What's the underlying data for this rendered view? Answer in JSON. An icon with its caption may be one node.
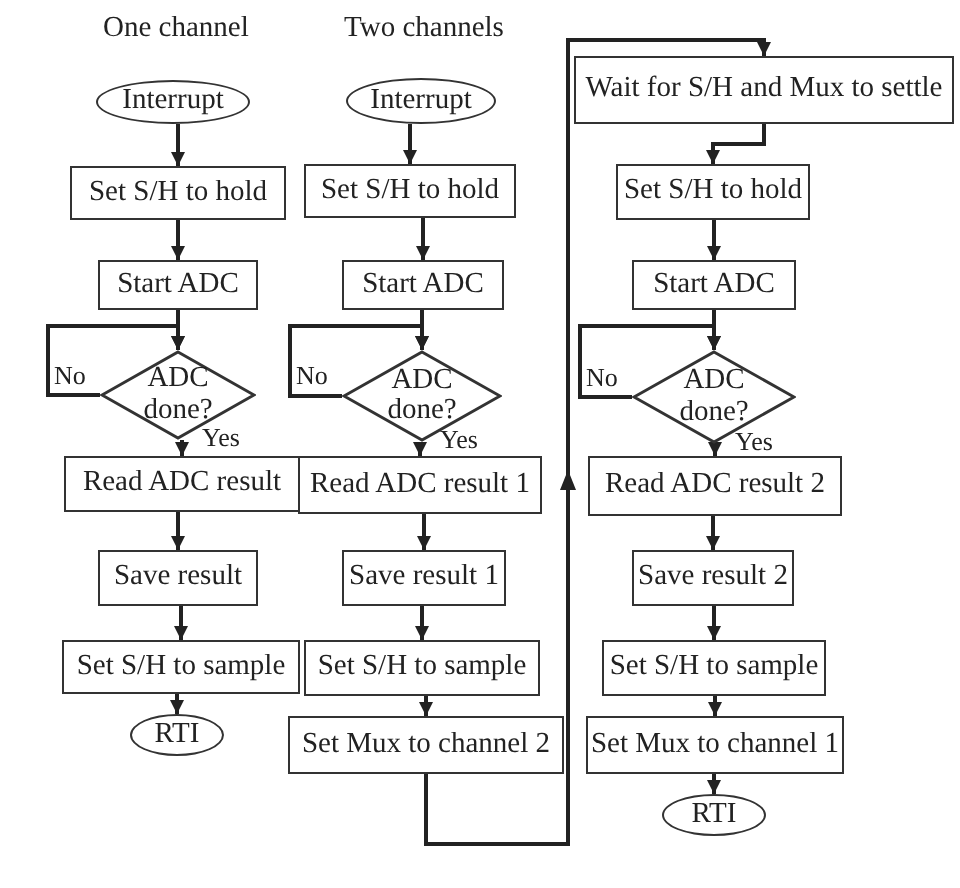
{
  "diagram": {
    "nodes": [
      {
        "text": [
          "Interrupt"
        ]
      },
      {
        "text": [
          "Set S/H to hold"
        ]
      },
      {
        "text": [
          "Start ADC"
        ]
      },
      {
        "text": [
          "ADC done?"
        ]
      },
      {
        "text": [
          "Read ADC result"
        ]
      },
      {
        "text": [
          "Save result"
        ]
      },
      {
        "text": [
          "Set S/H to sample"
        ]
      },
      {
        "text": [
          "RTI"
        ]
      },
      {
        "text": [
          "Interrupt"
        ]
      },
      {
        "text": [
          "Set S/H to hold"
        ]
      },
      {
        "text": [
          "Start ADC"
        ]
      },
      {
        "text": [
          "ADC done?"
        ]
      },
      {
        "text": [
          "Read ADC result 1"
        ]
      },
      {
        "text": [
          "Save result 1"
        ]
      },
      {
        "text": [
          "Set S/H to sample"
        ]
      },
      {
        "text": [
          "Set Mux to channel 2"
        ]
      },
      {
        "text": [
          "Wait for S/H and Mux to settle"
        ]
      },
      {
        "text": [
          "Set S/H to hold"
        ]
      },
      {
        "text": [
          "Start ADC"
        ]
      },
      {
        "text": [
          "ADC done?"
        ]
      },
      {
        "text": [
          "Read ADC result 2"
        ]
      },
      {
        "text": [
          "Save result 2"
        ]
      },
      {
        "text": [
          "Set S/H to sample"
        ]
      },
      {
        "text": [
          "Set Mux to channel 1"
        ]
      },
      {
        "text": [
          "RTI"
        ]
      }
    ],
    "edges": [
      {
        "from": 0,
        "to": 1,
        "arrow": "to"
      },
      {
        "from": 1,
        "to": 2,
        "arrow": "to"
      },
      {
        "from": 2,
        "to": 3,
        "arrow": "to"
      },
      {
        "from": 3,
        "to": 3,
        "arrow": "to",
        "label": "No"
      },
      {
        "from": 3,
        "to": 4,
        "arrow": "to",
        "label": "Yes"
      },
      {
        "from": 4,
        "to": 5,
        "arrow": "to"
      },
      {
        "from": 5,
        "to": 6,
        "arrow": "to"
      },
      {
        "from": 6,
        "to": 7,
        "arrow": "to"
      },
      {
        "from": 8,
        "to": 9,
        "arrow": "to"
      },
      {
        "from": 9,
        "to": 10,
        "arrow": "to"
      },
      {
        "from": 10,
        "to": 11,
        "arrow": "to"
      },
      {
        "from": 11,
        "to": 11,
        "arrow": "to",
        "label": "No"
      },
      {
        "from": 11,
        "to": 12,
        "arrow": "to",
        "label": "Yes"
      },
      {
        "from": 12,
        "to": 13,
        "arrow": "to"
      },
      {
        "from": 13,
        "to": 14,
        "arrow": "to"
      },
      {
        "from": 14,
        "to": 15,
        "arrow": "to"
      },
      {
        "from": 15,
        "to": 16,
        "arrow": "to"
      },
      {
        "from": 16,
        "to": 17,
        "arrow": "to"
      },
      {
        "from": 17,
        "to": 18,
        "arrow": "to"
      },
      {
        "from": 18,
        "to": 19,
        "arrow": "to"
      },
      {
        "from": 19,
        "to": 19,
        "arrow": "to",
        "label": "No"
      },
      {
        "from": 19,
        "to": 20,
        "arrow": "to",
        "label": "Yes"
      },
      {
        "from": 20,
        "to": 21,
        "arrow": "to"
      },
      {
        "from": 21,
        "to": 22,
        "arrow": "to"
      },
      {
        "from": 22,
        "to": 23,
        "arrow": "to"
      },
      {
        "from": 23,
        "to": 24,
        "arrow": "to"
      }
    ],
    "labels": [
      "One channel",
      "Two channels"
    ]
  }
}
